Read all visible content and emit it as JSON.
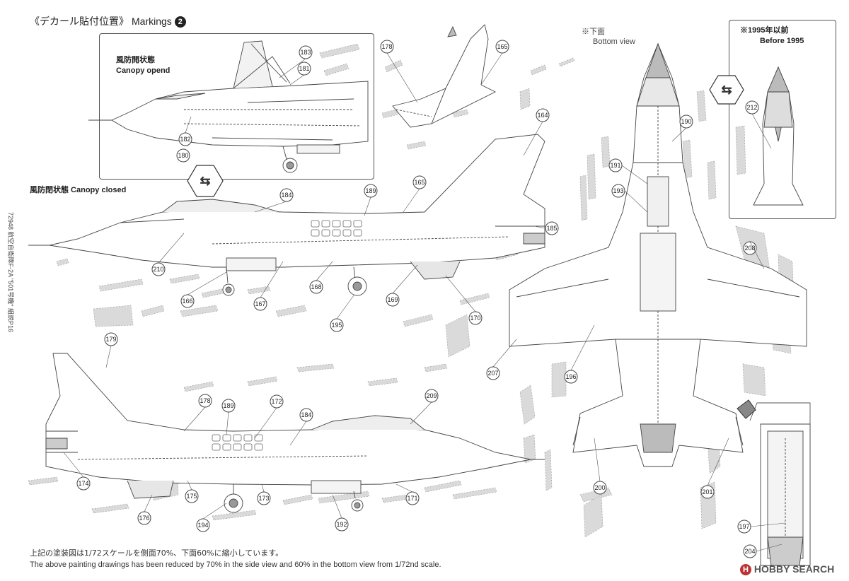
{
  "header": {
    "title_jp": "《デカール貼付位置》",
    "title_en": "Markings",
    "number": "2"
  },
  "panels": {
    "canopy_open": {
      "label_jp": "風防開状態",
      "label_en": "Canopy opend"
    },
    "canopy_closed": {
      "label": "風防閉状態 Canopy closed"
    },
    "bottom_view": {
      "label_jp": "※下面",
      "label_en": "Bottom view"
    },
    "before_1995": {
      "label_jp": "※1995年以前",
      "label_en": "Before 1995"
    }
  },
  "side_text": "72948 航空自衛隊F-2A \"501号機\" 組説P16",
  "callouts": {
    "top_view": [
      {
        "n": "183"
      },
      {
        "n": "181"
      },
      {
        "n": "182"
      },
      {
        "n": "180"
      },
      {
        "n": "178"
      },
      {
        "n": "165"
      },
      {
        "n": "164"
      }
    ],
    "left_side": [
      {
        "n": "184"
      },
      {
        "n": "189"
      },
      {
        "n": "165"
      },
      {
        "n": "185"
      },
      {
        "n": "210"
      },
      {
        "n": "166"
      },
      {
        "n": "167"
      },
      {
        "n": "168"
      },
      {
        "n": "195"
      },
      {
        "n": "169"
      },
      {
        "n": "170"
      }
    ],
    "right_side": [
      {
        "n": "179"
      },
      {
        "n": "178"
      },
      {
        "n": "189"
      },
      {
        "n": "172"
      },
      {
        "n": "184"
      },
      {
        "n": "209"
      },
      {
        "n": "174"
      },
      {
        "n": "175"
      },
      {
        "n": "176"
      },
      {
        "n": "194"
      },
      {
        "n": "173"
      },
      {
        "n": "192"
      },
      {
        "n": "171"
      }
    ],
    "bottom": [
      {
        "n": "190"
      },
      {
        "n": "191"
      },
      {
        "n": "193"
      },
      {
        "n": "208"
      },
      {
        "n": "207"
      },
      {
        "n": "196"
      },
      {
        "n": "200"
      },
      {
        "n": "201"
      },
      {
        "n": "212"
      },
      {
        "n": "197"
      },
      {
        "n": "204"
      }
    ]
  },
  "footer": {
    "jp": "上記の塗装図は1/72スケールを側面70%、下面60%に縮小しています。",
    "en": "The above painting drawings has been reduced by 70% in the side view and 60%  in the bottom view  from 1/72nd scale."
  },
  "logo": {
    "text": "HOBBY SEARCH",
    "mark": "H"
  }
}
